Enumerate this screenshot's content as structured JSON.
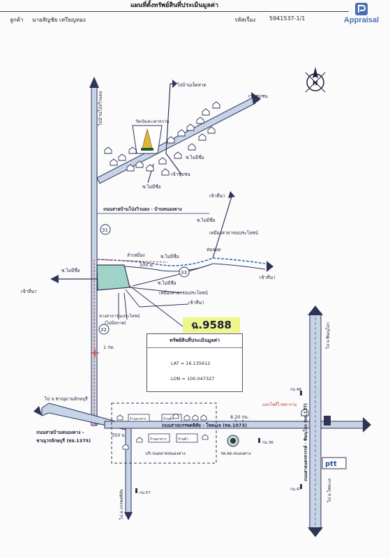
{
  "header": {
    "title": "แผนที่ตั้งทรัพย์สินที่ประเมินมูลค่า",
    "customer_label": "ลูกค้า",
    "customer_name": "นายสัญชัย เหรียญทอง",
    "ref_label": "รหัสเรื่อง",
    "ref_number": "5941537-1/1"
  },
  "logo": {
    "text": "Appraisal"
  },
  "compass": {
    "letter": "N"
  },
  "property": {
    "tag": "ฉ.9588",
    "box_title": "ทรัพย์สินที่ประเมินมูลค่า",
    "lat": "LAT = 16.135612",
    "lon": "LON = 100.047327"
  },
  "labels": {
    "to_ban_pho": "ไปบ้านโป่งวิวแดง",
    "to_ban_cherd": "ไปบ้านเจ็ดสาด",
    "to_community": "เข้าชุมชน",
    "temple": "วัดเนินสะเดาหวาน",
    "soi_no_name_1": "ซ.ไม่มีชื่อ",
    "to_community_2": "เข้าชุมชน",
    "soi_no_name_2": "ซ.ไม่มีชื่อ",
    "road_main_upper": "ถนนสายบ้านโป่งวิวแดง - บ้านหนองคาง",
    "to_field_1": "เข้าที่นา",
    "soi_no_name_3": "ซ.ไม่มีชื่อ",
    "public_pond_1": "เหมืองสาธารณประโยชน์",
    "pipe": "ท่อลอด",
    "creek": "ลำเหมือง",
    "soi_no_name_4": "ซ.ไม่มีชื่อ",
    "dist_200": "200 ม.",
    "soi_no_name_5": "ซ.ไม่มีชื่อ",
    "to_field_2": "เข้าที่นา",
    "soi_no_name_6": "ซ.ไม่มีชื่อ",
    "public_pond_2": "เหมืองสาธารณประโยชน์",
    "to_field_3": "เข้าที่นา",
    "to_field_4": "เข้าที่นา",
    "public_way": "ทางสาธารณประโยชน์",
    "no_surface": "(ไม่มีสภาพ)",
    "dist_1km": "1 กม.",
    "to_chanu": "ไป จ.ชาณุมานลักษบุรี",
    "road_left_1": "ถนนสายบ้านหนองคาง -",
    "road_left_2": "ชาณุวรลักษบุรี (ทล.1375)",
    "road_main_lower": "ถนนสายบรรพตพิสัย - โพทะเล (ทล.1073)",
    "dist_350": "350 ม.",
    "dist_820": "8.20 กม.",
    "junction": "แยกโพธิ์ไวทยาราม",
    "km48": "กม.48",
    "km36": "กม.36",
    "km57": "กม.57",
    "km47": "กม.47",
    "to_phitsanulok": "ไป จ.พิษณุโลก",
    "to_photale": "ไป อ.โพทะเล",
    "road_right": "ถนนสายนครสวรรค์ - พิษณุโลก (ทล.117)",
    "to_banphot": "ไป อ.บรรพตพิสัย",
    "market": "บริเวณตลาดหนองคาง",
    "hospital": "รพ.สต.หนองคาง",
    "shop_1": "ร้านอาหาร",
    "shop_2": "ร้านค้า",
    "shop_3": "ร้านอาหาร",
    "shop_4": "ร้านค้า",
    "route_31": "31",
    "route_33": "33",
    "route_32": "32",
    "ptt": "ptt",
    "to_photale_2": "ไป อ.บรรพตพิสัย"
  },
  "colors": {
    "road_fill": "#c7d3e6",
    "road_edge": "#2d3456",
    "water": "#9fd3c7",
    "route": "#c0392b",
    "ink": "#1a1f3a"
  }
}
